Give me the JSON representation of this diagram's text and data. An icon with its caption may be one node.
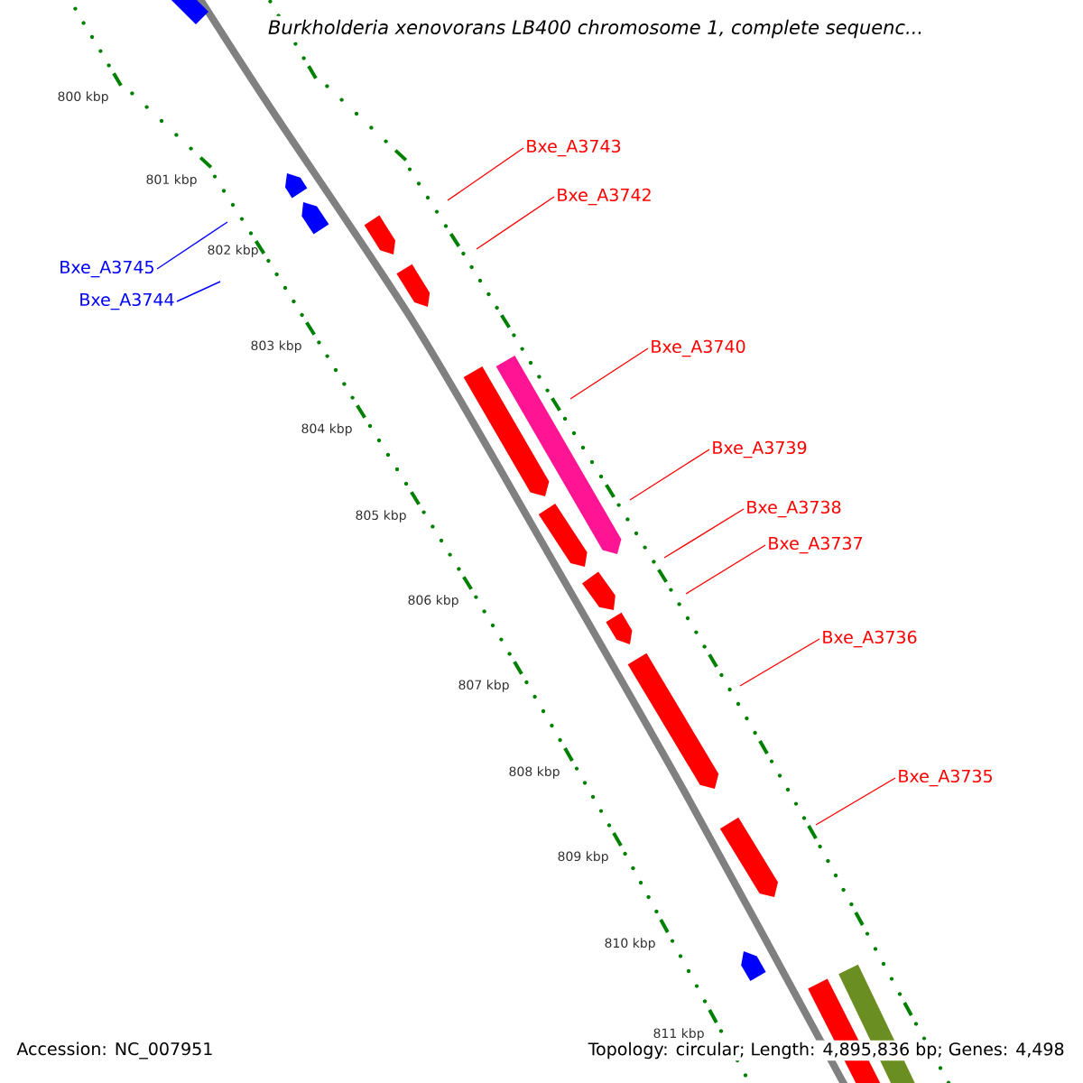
{
  "diagram": {
    "title": "Burkholderia xenovorans LB400 chromosome 1, complete sequenc...",
    "nodes": [
      {
        "text": [
          "Bxe_A3743"
        ]
      },
      {
        "text": [
          "Bxe_A3742"
        ]
      },
      {
        "text": [
          "Bxe_A3745"
        ]
      },
      {
        "text": [
          "Bxe_A3744"
        ]
      },
      {
        "text": [
          "Bxe_A3740"
        ]
      },
      {
        "text": [
          "Bxe_A3739"
        ]
      },
      {
        "text": [
          "Bxe_A3738"
        ]
      },
      {
        "text": [
          "Bxe_A3737"
        ]
      },
      {
        "text": [
          "Bxe_A3736"
        ]
      },
      {
        "text": [
          "Bxe_A3735"
        ]
      }
    ],
    "edges": [
      {
        "from": 0,
        "to": null,
        "arrow": "none"
      },
      {
        "from": 1,
        "to": null,
        "arrow": "none"
      },
      {
        "from": 2,
        "to": null,
        "arrow": "none",
        "color": "#0000ff"
      },
      {
        "from": 3,
        "to": null,
        "arrow": "none",
        "color": "#0000ff"
      },
      {
        "from": 4,
        "to": null,
        "arrow": "none"
      },
      {
        "from": 5,
        "to": null,
        "arrow": "none"
      },
      {
        "from": 6,
        "to": null,
        "arrow": "none"
      },
      {
        "from": 7,
        "to": null,
        "arrow": "none"
      },
      {
        "from": 8,
        "to": null,
        "arrow": "none"
      },
      {
        "from": 9,
        "to": null,
        "arrow": "none"
      }
    ],
    "labels": [
      "800 kbp",
      "801 kbp",
      "802 kbp",
      "803 kbp",
      "804 kbp",
      "805 kbp",
      "806 kbp",
      "807 kbp",
      "808 kbp",
      "809 kbp",
      "810 kbp",
      "811 kbp",
      "Accession: NC_007951",
      "Topology: circular; Length: 4,895,836 bp; Genes: 4,498"
    ]
  }
}
